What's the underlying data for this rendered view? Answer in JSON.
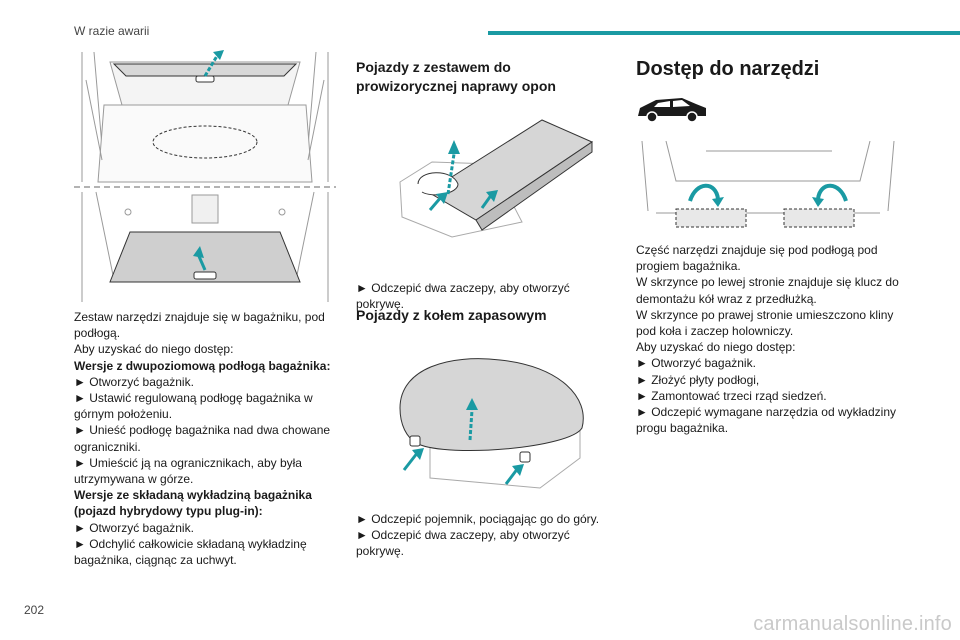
{
  "header": {
    "section_title": "W razie awarii",
    "accent_color": "#1a9aa3"
  },
  "page_number": "202",
  "watermark": "carmanualsonline.info",
  "col1": {
    "paragraphs": [
      "Zestaw narzędzi znajduje się w bagażniku, pod podłogą.",
      "Aby uzyskać do niego dostęp:",
      "Wersje z dwupoziomową podłogą bagażnika:",
      "► Otworzyć bagażnik.",
      "► Ustawić regulowaną podłogę bagażnika w górnym położeniu.",
      "► Unieść podłogę bagażnika nad dwa chowane ograniczniki.",
      "► Umieścić ją na ogranicznikach, aby była utrzymywana w górze.",
      "Wersje ze składaną wykładziną bagażnika (pojazd hybrydowy typu plug-in):",
      "► Otworzyć bagażnik.",
      "► Odchylić całkowicie składaną wykładzinę bagażnika, ciągnąc za uchwyt."
    ]
  },
  "col2": {
    "heading1": "Pojazdy z zestawem do prowizorycznej naprawy opon",
    "step1": "► Odczepić dwa zaczepy, aby otworzyć pokrywę.",
    "heading2": "Pojazdy z kołem zapasowym",
    "step2a": "► Odczepić pojemnik, pociągając go do góry.",
    "step2b": "► Odczepić dwa zaczepy, aby otworzyć pokrywę."
  },
  "col3": {
    "heading": "Dostęp do narzędzi",
    "paragraphs": [
      "Część narzędzi znajduje się pod podłogą pod progiem bagażnika.",
      "W skrzynce po lewej stronie znajduje się klucz do demontażu kół wraz z przedłużką.",
      "W skrzynce po prawej stronie umieszczono kliny pod koła i zaczep holowniczy.",
      "Aby uzyskać do niego dostęp:",
      "► Otworzyć bagażnik.",
      "► Złożyć płyty podłogi,",
      "► Zamontować trzeci rząd siedzeń.",
      "► Odczepić wymagane narzędzia od wykładziny progu bagażnika."
    ]
  }
}
